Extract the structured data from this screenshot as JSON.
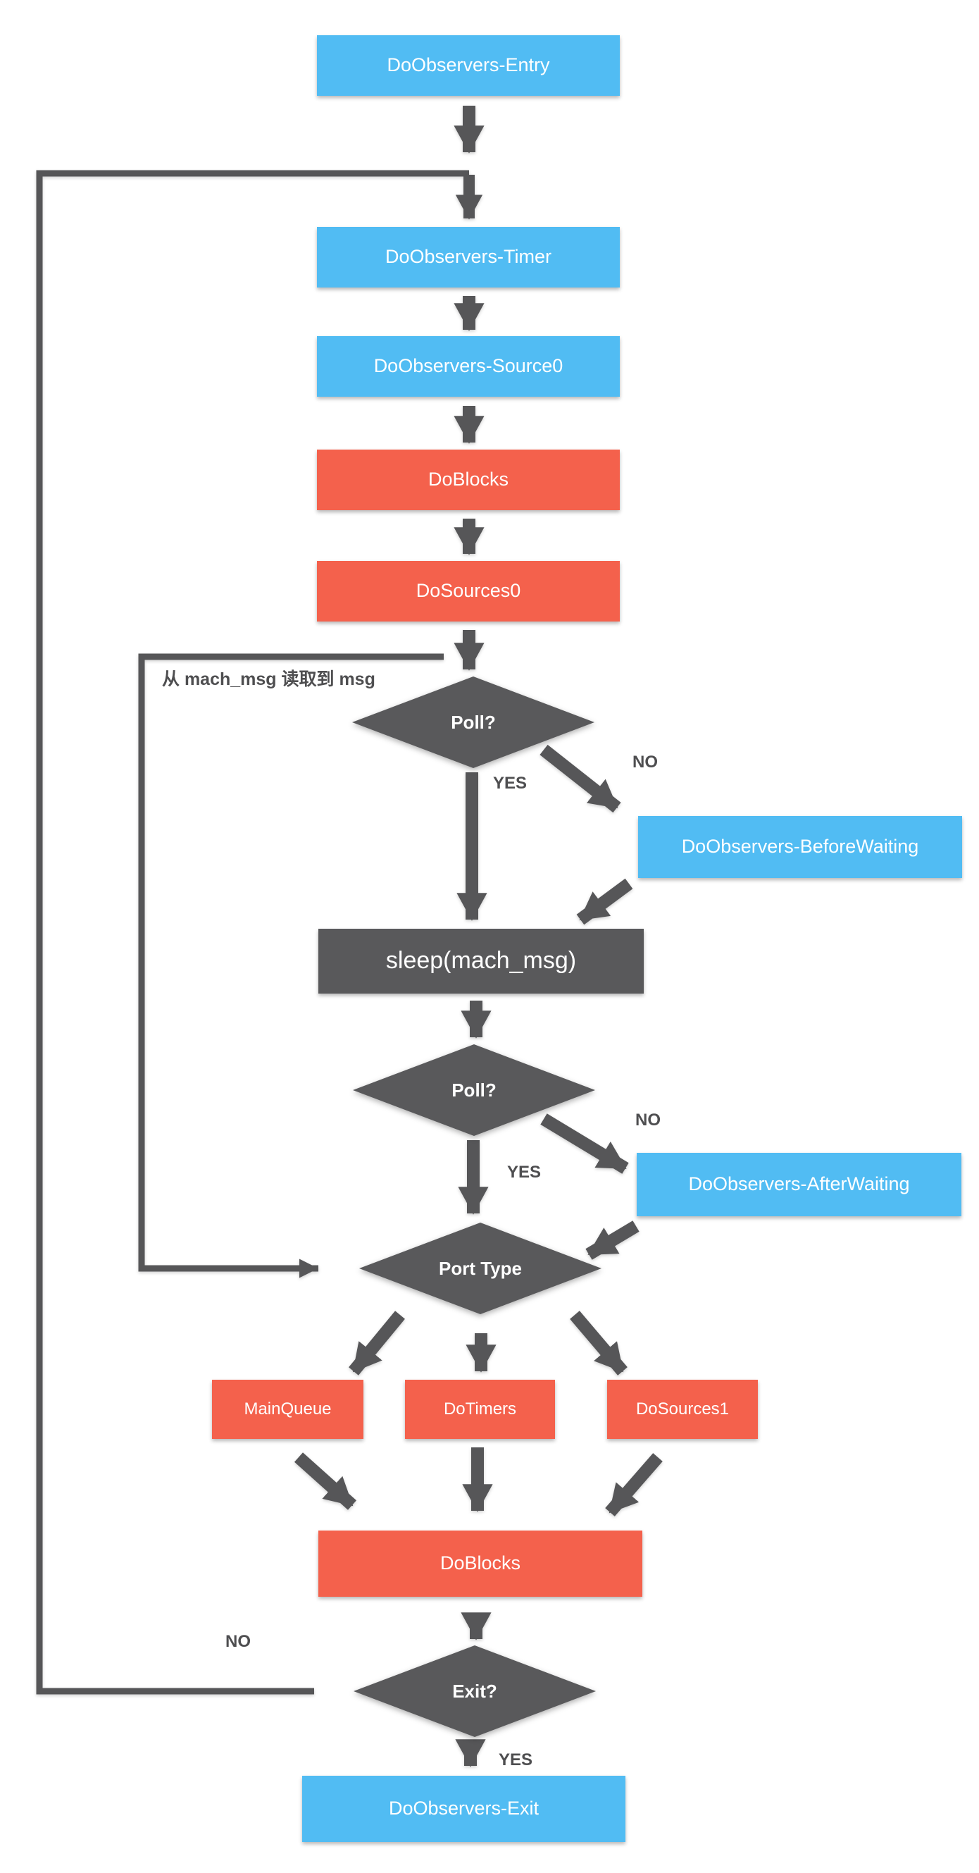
{
  "nodes": {
    "entry": "DoObservers-Entry",
    "timer": "DoObservers-Timer",
    "source0": "DoObservers-Source0",
    "do_blocks_1": "DoBlocks",
    "do_sources_0": "DoSources0",
    "poll_1": "Poll?",
    "before_waiting": "DoObservers-BeforeWaiting",
    "sleep": "sleep(mach_msg)",
    "poll_2": "Poll?",
    "after_waiting": "DoObservers-AfterWaiting",
    "port_type": "Port Type",
    "main_queue": "MainQueue",
    "do_timers": "DoTimers",
    "do_sources_1": "DoSources1",
    "do_blocks_2": "DoBlocks",
    "exit_decision": "Exit?",
    "exit": "DoObservers-Exit"
  },
  "edge_labels": {
    "poll1_yes": "YES",
    "poll1_no": "NO",
    "poll2_yes": "YES",
    "poll2_no": "NO",
    "exit_yes": "YES",
    "exit_no": "NO",
    "mach_msg_note": "从 mach_msg 读取到 msg"
  },
  "colors": {
    "observer_blue": "#51bcf3",
    "action_red": "#f4614c",
    "shape_gray": "#59595b",
    "line_gray": "#565658",
    "label_gray": "#4e4e50",
    "text_white": "#ffffff",
    "background": "#ffffff"
  }
}
